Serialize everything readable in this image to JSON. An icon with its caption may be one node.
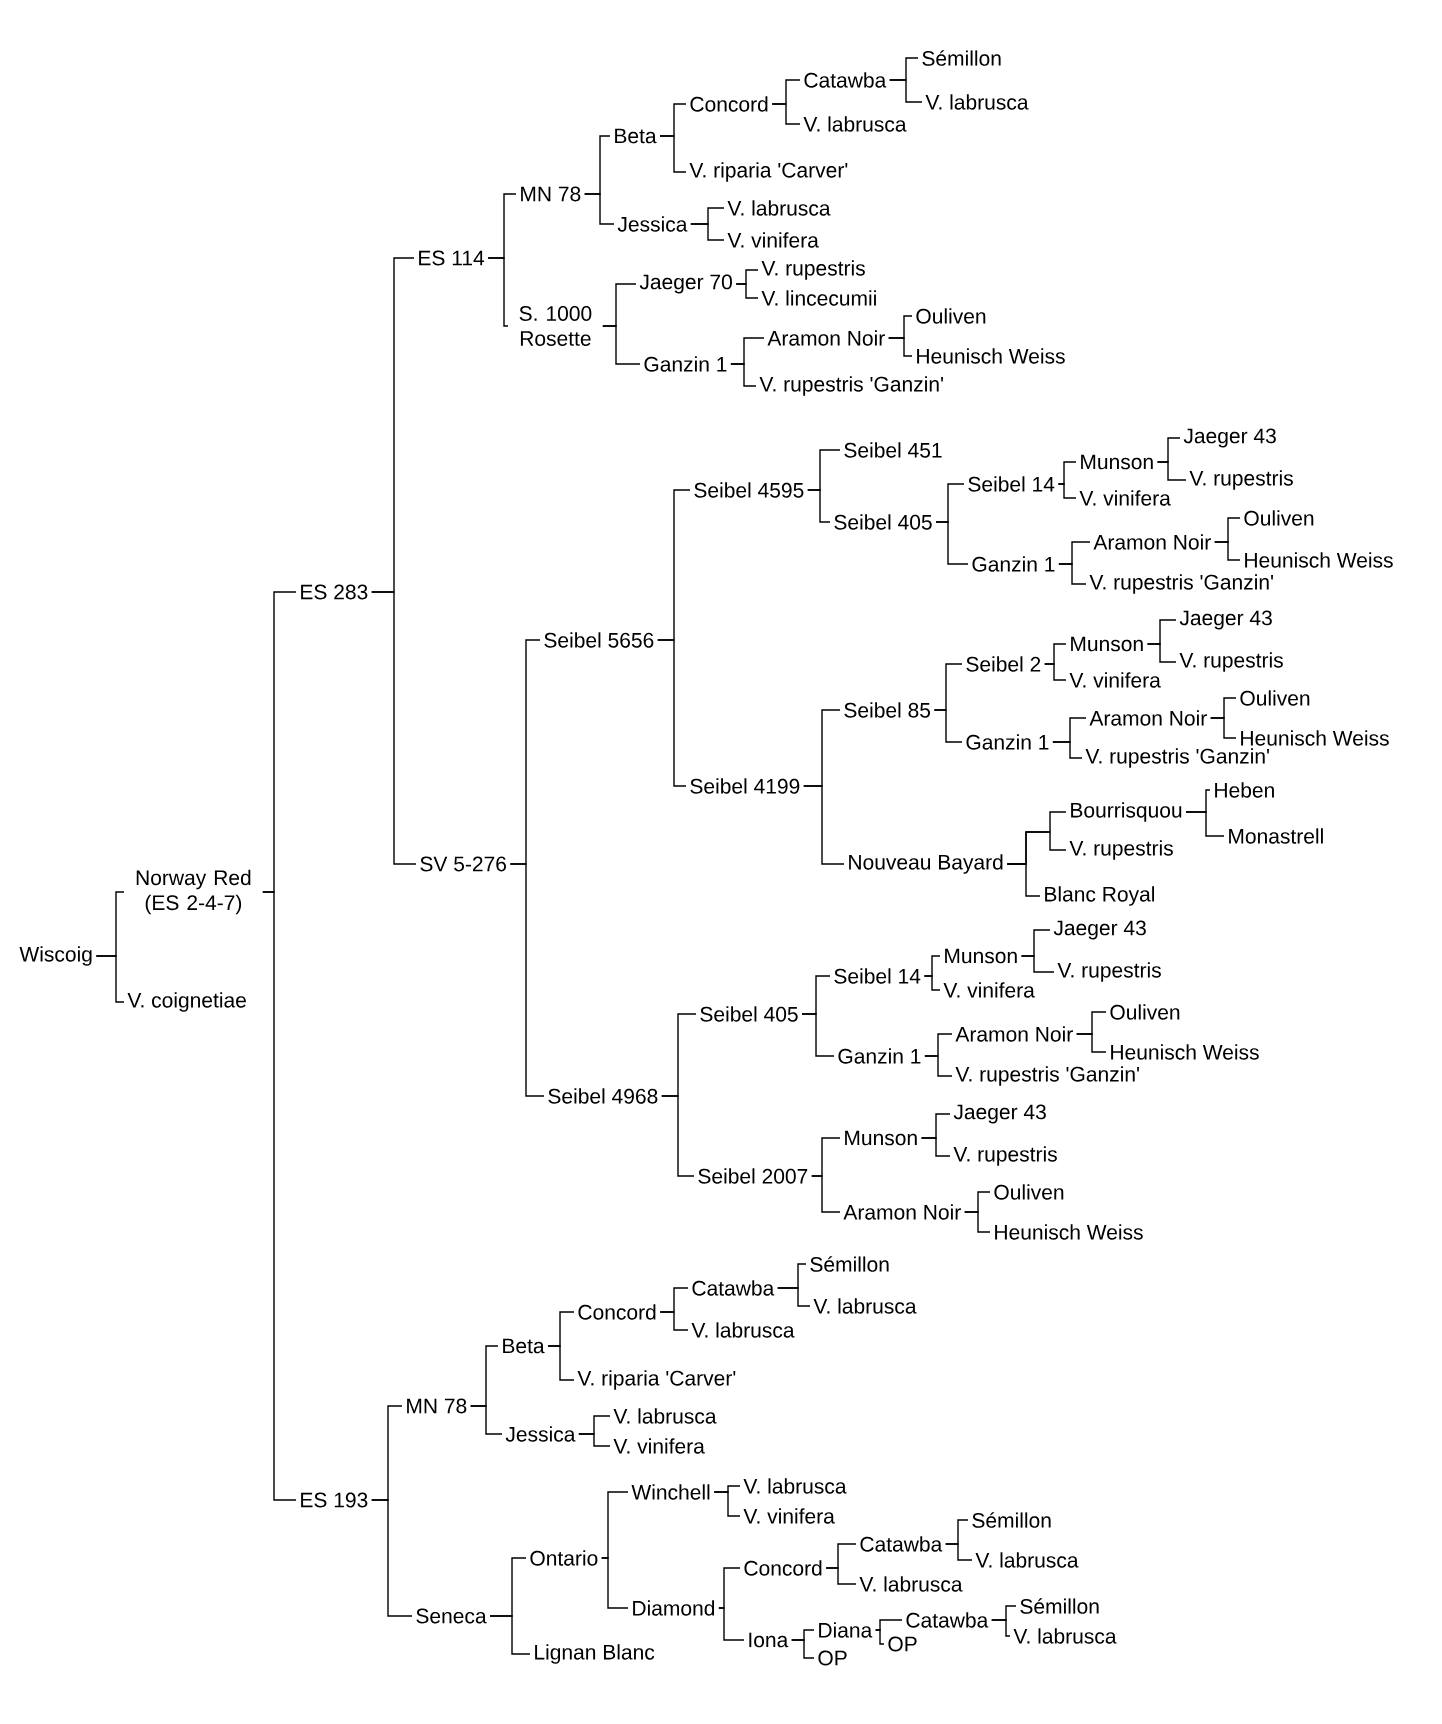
{
  "diagram": {
    "nodes": [
      {
        "text": [
          "Wiscoig"
        ]
      },
      {
        "text": [
          "Norway Red (ES 2-4-7)"
        ]
      },
      {
        "text": [
          "ES 283"
        ]
      },
      {
        "text": [
          "ES 114"
        ]
      },
      {
        "text": [
          "MN 78"
        ]
      },
      {
        "text": [
          "Beta"
        ]
      },
      {
        "text": [
          "Concord"
        ]
      },
      {
        "text": [
          "Catawba"
        ]
      },
      {
        "text": [
          "Sémillon"
        ]
      },
      {
        "text": [
          "V. labrusca"
        ]
      },
      {
        "text": [
          "V. labrusca"
        ]
      },
      {
        "text": [
          "V. riparia 'Carver'"
        ]
      },
      {
        "text": [
          "Jessica"
        ]
      },
      {
        "text": [
          "V. labrusca"
        ]
      },
      {
        "text": [
          "V. vinifera"
        ]
      },
      {
        "text": [
          "S. 1000 Rosette"
        ]
      },
      {
        "text": [
          "Jaeger 70"
        ]
      },
      {
        "text": [
          "V. rupestris"
        ]
      },
      {
        "text": [
          "V. lincecumii"
        ]
      },
      {
        "text": [
          "Ganzin 1"
        ]
      },
      {
        "text": [
          "Aramon Noir"
        ]
      },
      {
        "text": [
          "Ouliven"
        ]
      },
      {
        "text": [
          "Heunisch Weiss"
        ]
      },
      {
        "text": [
          "V. rupestris 'Ganzin'"
        ]
      },
      {
        "text": [
          "SV 5-276"
        ]
      },
      {
        "text": [
          "Seibel 5656"
        ]
      },
      {
        "text": [
          "Seibel 4595"
        ]
      },
      {
        "text": [
          "Seibel 451"
        ]
      },
      {
        "text": [
          "Seibel 405"
        ]
      },
      {
        "text": [
          "Seibel 14"
        ]
      },
      {
        "text": [
          "Munson"
        ]
      },
      {
        "text": [
          "Jaeger 43"
        ]
      },
      {
        "text": [
          "V. rupestris"
        ]
      },
      {
        "text": [
          "V. vinifera"
        ]
      },
      {
        "text": [
          "Ganzin 1"
        ]
      },
      {
        "text": [
          "Aramon Noir"
        ]
      },
      {
        "text": [
          "Ouliven"
        ]
      },
      {
        "text": [
          "Heunisch Weiss"
        ]
      },
      {
        "text": [
          "V. rupestris 'Ganzin'"
        ]
      },
      {
        "text": [
          "Seibel 4199"
        ]
      },
      {
        "text": [
          "Seibel 85"
        ]
      },
      {
        "text": [
          "Seibel 2"
        ]
      },
      {
        "text": [
          "Munson"
        ]
      },
      {
        "text": [
          "Jaeger 43"
        ]
      },
      {
        "text": [
          "V. rupestris"
        ]
      },
      {
        "text": [
          "V. vinifera"
        ]
      },
      {
        "text": [
          "Ganzin 1"
        ]
      },
      {
        "text": [
          "Aramon Noir"
        ]
      },
      {
        "text": [
          "Ouliven"
        ]
      },
      {
        "text": [
          "Heunisch Weiss"
        ]
      },
      {
        "text": [
          "V. rupestris 'Ganzin'"
        ]
      },
      {
        "text": [
          "Nouveau Bayard"
        ]
      },
      {
        "text": [
          "Bourrisquou"
        ]
      },
      {
        "text": [
          "Heben"
        ]
      },
      {
        "text": [
          "Monastrell"
        ]
      },
      {
        "text": [
          "V. rupestris"
        ]
      },
      {
        "text": [
          "Blanc Royal"
        ]
      },
      {
        "text": [
          "Seibel 4968"
        ]
      },
      {
        "text": [
          "Seibel 405"
        ]
      },
      {
        "text": [
          "Seibel 14"
        ]
      },
      {
        "text": [
          "Munson"
        ]
      },
      {
        "text": [
          "Jaeger 43"
        ]
      },
      {
        "text": [
          "V. rupestris"
        ]
      },
      {
        "text": [
          "V. vinifera"
        ]
      },
      {
        "text": [
          "Ganzin 1"
        ]
      },
      {
        "text": [
          "Aramon Noir"
        ]
      },
      {
        "text": [
          "Ouliven"
        ]
      },
      {
        "text": [
          "Heunisch Weiss"
        ]
      },
      {
        "text": [
          "V. rupestris 'Ganzin'"
        ]
      },
      {
        "text": [
          "Seibel 2007"
        ]
      },
      {
        "text": [
          "Munson"
        ]
      },
      {
        "text": [
          "Jaeger 43"
        ]
      },
      {
        "text": [
          "V. rupestris"
        ]
      },
      {
        "text": [
          "Aramon Noir"
        ]
      },
      {
        "text": [
          "Ouliven"
        ]
      },
      {
        "text": [
          "Heunisch Weiss"
        ]
      },
      {
        "text": [
          "ES 193"
        ]
      },
      {
        "text": [
          "MN 78"
        ]
      },
      {
        "text": [
          "Beta"
        ]
      },
      {
        "text": [
          "Concord"
        ]
      },
      {
        "text": [
          "Catawba"
        ]
      },
      {
        "text": [
          "Sémillon"
        ]
      },
      {
        "text": [
          "V. labrusca"
        ]
      },
      {
        "text": [
          "V. labrusca"
        ]
      },
      {
        "text": [
          "V. riparia 'Carver'"
        ]
      },
      {
        "text": [
          "Jessica"
        ]
      },
      {
        "text": [
          "V. labrusca"
        ]
      },
      {
        "text": [
          "V. vinifera"
        ]
      },
      {
        "text": [
          "Seneca"
        ]
      },
      {
        "text": [
          "Ontario"
        ]
      },
      {
        "text": [
          "Winchell"
        ]
      },
      {
        "text": [
          "V. labrusca"
        ]
      },
      {
        "text": [
          "V. vinifera"
        ]
      },
      {
        "text": [
          "Diamond"
        ]
      },
      {
        "text": [
          "Concord"
        ]
      },
      {
        "text": [
          "Catawba"
        ]
      },
      {
        "text": [
          "Sémillon"
        ]
      },
      {
        "text": [
          "V. labrusca"
        ]
      },
      {
        "text": [
          "V. labrusca"
        ]
      },
      {
        "text": [
          "Iona"
        ]
      },
      {
        "text": [
          "Diana"
        ]
      },
      {
        "text": [
          "Catawba"
        ]
      },
      {
        "text": [
          "Sémillon"
        ]
      },
      {
        "text": [
          "V. labrusca"
        ]
      },
      {
        "text": [
          "OP"
        ]
      },
      {
        "text": [
          "OP"
        ]
      },
      {
        "text": [
          "Lignan Blanc"
        ]
      },
      {
        "text": [
          "V. coignetiae"
        ]
      }
    ],
    "edges": [
      {
        "from": 0,
        "to": 1,
        "arrow": "none"
      },
      {
        "from": 0,
        "to": 107,
        "arrow": "none"
      },
      {
        "from": 1,
        "to": 2,
        "arrow": "none"
      },
      {
        "from": 1,
        "to": 76,
        "arrow": "none"
      },
      {
        "from": 2,
        "to": 3,
        "arrow": "none"
      },
      {
        "from": 2,
        "to": 24,
        "arrow": "none"
      },
      {
        "from": 3,
        "to": 4,
        "arrow": "none"
      },
      {
        "from": 3,
        "to": 15,
        "arrow": "none"
      },
      {
        "from": 4,
        "to": 5,
        "arrow": "none"
      },
      {
        "from": 4,
        "to": 12,
        "arrow": "none"
      },
      {
        "from": 5,
        "to": 6,
        "arrow": "none"
      },
      {
        "from": 5,
        "to": 11,
        "arrow": "none"
      },
      {
        "from": 6,
        "to": 7,
        "arrow": "none"
      },
      {
        "from": 6,
        "to": 10,
        "arrow": "none"
      },
      {
        "from": 7,
        "to": 8,
        "arrow": "none"
      },
      {
        "from": 7,
        "to": 9,
        "arrow": "none"
      },
      {
        "from": 12,
        "to": 13,
        "arrow": "none"
      },
      {
        "from": 12,
        "to": 14,
        "arrow": "none"
      },
      {
        "from": 15,
        "to": 16,
        "arrow": "none"
      },
      {
        "from": 15,
        "to": 19,
        "arrow": "none"
      },
      {
        "from": 16,
        "to": 17,
        "arrow": "none"
      },
      {
        "from": 16,
        "to": 18,
        "arrow": "none"
      },
      {
        "from": 19,
        "to": 20,
        "arrow": "none"
      },
      {
        "from": 19,
        "to": 23,
        "arrow": "none"
      },
      {
        "from": 20,
        "to": 21,
        "arrow": "none"
      },
      {
        "from": 20,
        "to": 22,
        "arrow": "none"
      },
      {
        "from": 24,
        "to": 25,
        "arrow": "none"
      },
      {
        "from": 24,
        "to": 57,
        "arrow": "none"
      },
      {
        "from": 25,
        "to": 26,
        "arrow": "none"
      },
      {
        "from": 25,
        "to": 39,
        "arrow": "none"
      },
      {
        "from": 26,
        "to": 27,
        "arrow": "none"
      },
      {
        "from": 26,
        "to": 28,
        "arrow": "none"
      },
      {
        "from": 28,
        "to": 29,
        "arrow": "none"
      },
      {
        "from": 28,
        "to": 34,
        "arrow": "none"
      },
      {
        "from": 29,
        "to": 30,
        "arrow": "none"
      },
      {
        "from": 29,
        "to": 33,
        "arrow": "none"
      },
      {
        "from": 30,
        "to": 31,
        "arrow": "none"
      },
      {
        "from": 30,
        "to": 32,
        "arrow": "none"
      },
      {
        "from": 34,
        "to": 35,
        "arrow": "none"
      },
      {
        "from": 34,
        "to": 38,
        "arrow": "none"
      },
      {
        "from": 35,
        "to": 36,
        "arrow": "none"
      },
      {
        "from": 35,
        "to": 37,
        "arrow": "none"
      },
      {
        "from": 39,
        "to": 40,
        "arrow": "none"
      },
      {
        "from": 39,
        "to": 51,
        "arrow": "none"
      },
      {
        "from": 40,
        "to": 41,
        "arrow": "none"
      },
      {
        "from": 40,
        "to": 46,
        "arrow": "none"
      },
      {
        "from": 41,
        "to": 42,
        "arrow": "none"
      },
      {
        "from": 41,
        "to": 45,
        "arrow": "none"
      },
      {
        "from": 42,
        "to": 43,
        "arrow": "none"
      },
      {
        "from": 42,
        "to": 44,
        "arrow": "none"
      },
      {
        "from": 46,
        "to": 47,
        "arrow": "none"
      },
      {
        "from": 46,
        "to": 50,
        "arrow": "none"
      },
      {
        "from": 47,
        "to": 48,
        "arrow": "none"
      },
      {
        "from": 47,
        "to": 49,
        "arrow": "none"
      },
      {
        "from": 51,
        "to": 52,
        "arrow": "none"
      },
      {
        "from": 51,
        "to": 55,
        "arrow": "none"
      },
      {
        "from": 51,
        "to": 56,
        "arrow": "none"
      },
      {
        "from": 52,
        "to": 53,
        "arrow": "none"
      },
      {
        "from": 52,
        "to": 54,
        "arrow": "none"
      },
      {
        "from": 57,
        "to": 58,
        "arrow": "none"
      },
      {
        "from": 57,
        "to": 69,
        "arrow": "none"
      },
      {
        "from": 58,
        "to": 59,
        "arrow": "none"
      },
      {
        "from": 58,
        "to": 64,
        "arrow": "none"
      },
      {
        "from": 59,
        "to": 60,
        "arrow": "none"
      },
      {
        "from": 59,
        "to": 63,
        "arrow": "none"
      },
      {
        "from": 60,
        "to": 61,
        "arrow": "none"
      },
      {
        "from": 60,
        "to": 62,
        "arrow": "none"
      },
      {
        "from": 64,
        "to": 65,
        "arrow": "none"
      },
      {
        "from": 64,
        "to": 68,
        "arrow": "none"
      },
      {
        "from": 65,
        "to": 66,
        "arrow": "none"
      },
      {
        "from": 65,
        "to": 67,
        "arrow": "none"
      },
      {
        "from": 69,
        "to": 70,
        "arrow": "none"
      },
      {
        "from": 69,
        "to": 73,
        "arrow": "none"
      },
      {
        "from": 70,
        "to": 71,
        "arrow": "none"
      },
      {
        "from": 70,
        "to": 72,
        "arrow": "none"
      },
      {
        "from": 73,
        "to": 74,
        "arrow": "none"
      },
      {
        "from": 73,
        "to": 75,
        "arrow": "none"
      },
      {
        "from": 76,
        "to": 77,
        "arrow": "none"
      },
      {
        "from": 76,
        "to": 88,
        "arrow": "none"
      },
      {
        "from": 77,
        "to": 78,
        "arrow": "none"
      },
      {
        "from": 77,
        "to": 85,
        "arrow": "none"
      },
      {
        "from": 78,
        "to": 79,
        "arrow": "none"
      },
      {
        "from": 78,
        "to": 84,
        "arrow": "none"
      },
      {
        "from": 79,
        "to": 80,
        "arrow": "none"
      },
      {
        "from": 79,
        "to": 83,
        "arrow": "none"
      },
      {
        "from": 80,
        "to": 81,
        "arrow": "none"
      },
      {
        "from": 80,
        "to": 82,
        "arrow": "none"
      },
      {
        "from": 85,
        "to": 86,
        "arrow": "none"
      },
      {
        "from": 85,
        "to": 87,
        "arrow": "none"
      },
      {
        "from": 88,
        "to": 89,
        "arrow": "none"
      },
      {
        "from": 88,
        "to": 106,
        "arrow": "none"
      },
      {
        "from": 89,
        "to": 90,
        "arrow": "none"
      },
      {
        "from": 89,
        "to": 93,
        "arrow": "none"
      },
      {
        "from": 90,
        "to": 91,
        "arrow": "none"
      },
      {
        "from": 90,
        "to": 92,
        "arrow": "none"
      },
      {
        "from": 93,
        "to": 94,
        "arrow": "none"
      },
      {
        "from": 93,
        "to": 99,
        "arrow": "none"
      },
      {
        "from": 94,
        "to": 95,
        "arrow": "none"
      },
      {
        "from": 94,
        "to": 98,
        "arrow": "none"
      },
      {
        "from": 95,
        "to": 96,
        "arrow": "none"
      },
      {
        "from": 95,
        "to": 97,
        "arrow": "none"
      },
      {
        "from": 99,
        "to": 100,
        "arrow": "none"
      },
      {
        "from": 99,
        "to": 105,
        "arrow": "none"
      },
      {
        "from": 100,
        "to": 101,
        "arrow": "none"
      },
      {
        "from": 100,
        "to": 104,
        "arrow": "none"
      },
      {
        "from": 101,
        "to": 102,
        "arrow": "none"
      },
      {
        "from": 101,
        "to": 103,
        "arrow": "none"
      }
    ]
  }
}
